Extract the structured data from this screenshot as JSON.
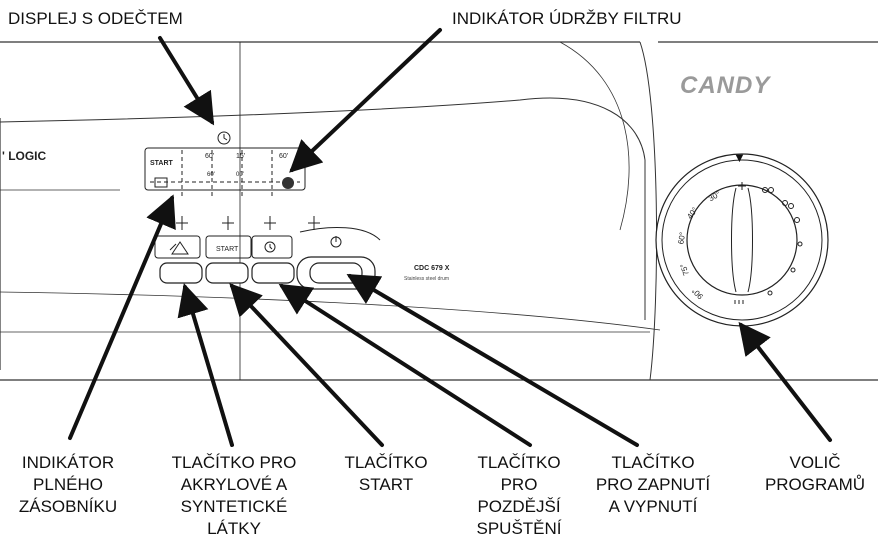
{
  "callouts": {
    "top_left": "DISPLEJ S ODEČTEM",
    "top_right": "INDIKÁTOR ÚDRŽBY FILTRU",
    "bottom": [
      {
        "lines": [
          "INDIKÁTOR",
          "PLNÉHO",
          "ZÁSOBNÍKU"
        ]
      },
      {
        "lines": [
          "TLAČÍTKO PRO",
          "AKRYLOVÉ A",
          "SYNTETICKÉ",
          "LÁTKY"
        ]
      },
      {
        "lines": [
          "TLAČÍTKO",
          "START"
        ]
      },
      {
        "lines": [
          "TLAČÍTKO",
          "PRO",
          "POZDĚJŠÍ",
          "SPUŠTĚNÍ"
        ]
      },
      {
        "lines": [
          "TLAČÍTKO",
          "PRO ZAPNUTÍ",
          "A VYPNUTÍ"
        ]
      },
      {
        "lines": [
          "VOLIČ",
          "PROGRAMŮ"
        ]
      }
    ]
  },
  "panel": {
    "brand": "CANDY",
    "logic_label": "' LOGIC",
    "model": "CDC 679 X",
    "model_sub": "Stainless steel drum",
    "display_start": "START",
    "display_marks": [
      "60'",
      "15'",
      "60'"
    ],
    "display_sub_marks": [
      "60'",
      "00'"
    ],
    "start_button_label": "START",
    "dial_temps": [
      "30°",
      "40°",
      "60°",
      "75°",
      "90°"
    ],
    "dial_pointer": "▼"
  }
}
